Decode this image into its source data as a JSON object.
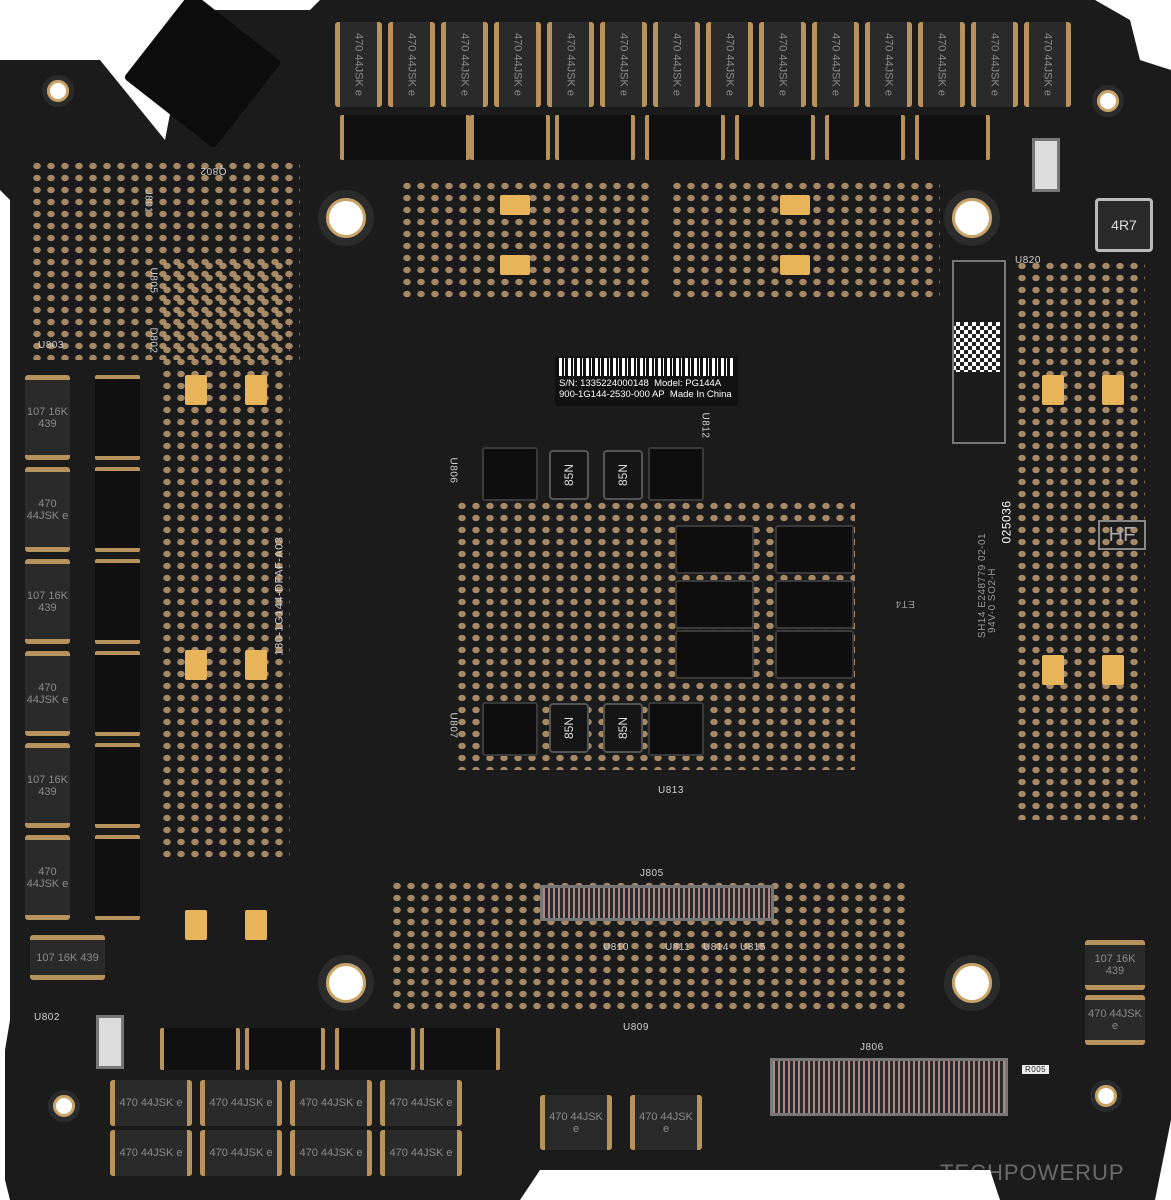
{
  "colors": {
    "board": "#1b1b1c",
    "copper": "#b8925c",
    "gold_pad": "#e8b45a",
    "silkscreen": "#cfcfcf"
  },
  "sticker": {
    "serial": "S/N: 1335224000148",
    "model": "Model: PG144A",
    "part_number": "900-1G144-2530-000  AP",
    "origin": "Made In China"
  },
  "silkscreen": {
    "board_id": "180-1G144-DFAF-A03",
    "ul_line1": "SH14   E248779 02-01",
    "ul_line2": "94V-0 SO2-H",
    "ul_code": "025036",
    "hf_mark": "HF",
    "et4": "ET4",
    "refs": {
      "j801": "J801",
      "q802": "Q802",
      "u805": "U805",
      "d802": "D802",
      "u803": "U803",
      "u806": "U806",
      "u812": "U812",
      "u807": "U807",
      "u813": "U813",
      "j805": "J805",
      "u810": "U810",
      "u811": "U811",
      "u814": "U814",
      "u815": "U815",
      "u809": "U809",
      "j806": "J806",
      "u802": "U802",
      "u820": "U820",
      "r005": "R005"
    }
  },
  "components": {
    "inductor_4r7": "4R7",
    "mosfet_marking": "85N",
    "top_inductor_marking": "470 44JSK e",
    "left_inductors": [
      "107 16K 439",
      "470 44JSK e",
      "107 16K 439",
      "470 44JSK e",
      "107 16K 439",
      "470 44JSK e"
    ],
    "right_inductors": [
      "107 16K 439",
      "470 44JSK e"
    ],
    "bottom_inductor_marking": "470 44JSK e",
    "top_inductor_count": 14
  },
  "watermark": "TECHPOWERUP"
}
